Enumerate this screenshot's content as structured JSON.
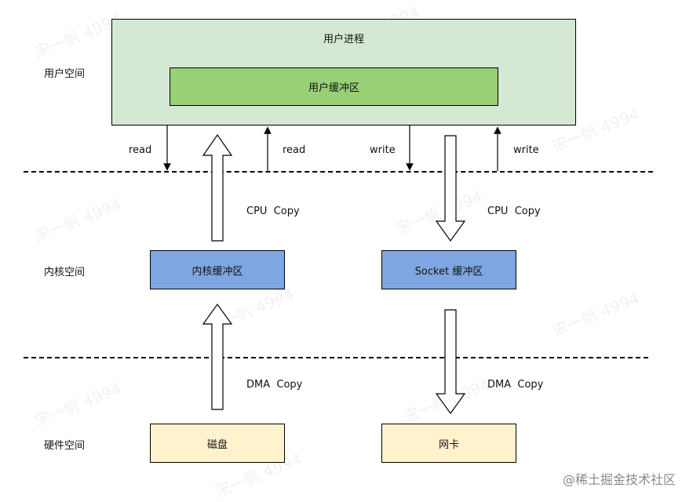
{
  "colors": {
    "process_fill": "#d5e8d4",
    "user_buffer_fill": "#97d077",
    "kernel_fill": "#7ea6e0",
    "hardware_fill": "#fff2cc",
    "line": "#000000"
  },
  "zones": {
    "user": "用户空间",
    "kernel": "内核空间",
    "hardware": "硬件空间"
  },
  "boxes": {
    "user_process": "用户进程",
    "user_buffer": "用户缓冲区",
    "kernel_buffer": "内核缓冲区",
    "socket_buffer": "Socket 缓冲区",
    "disk": "磁盘",
    "nic": "网卡"
  },
  "arrow_labels": {
    "read_down": "read",
    "read_up": "read",
    "write_down": "write",
    "write_up": "write",
    "cpu_copy_left": "CPU  Copy",
    "cpu_copy_right": "CPU  Copy",
    "dma_copy_left": "DMA  Copy",
    "dma_copy_right": "DMA  Copy"
  },
  "watermark": "宋一帆 4994",
  "footer_credit": "@稀土掘金技术社区"
}
